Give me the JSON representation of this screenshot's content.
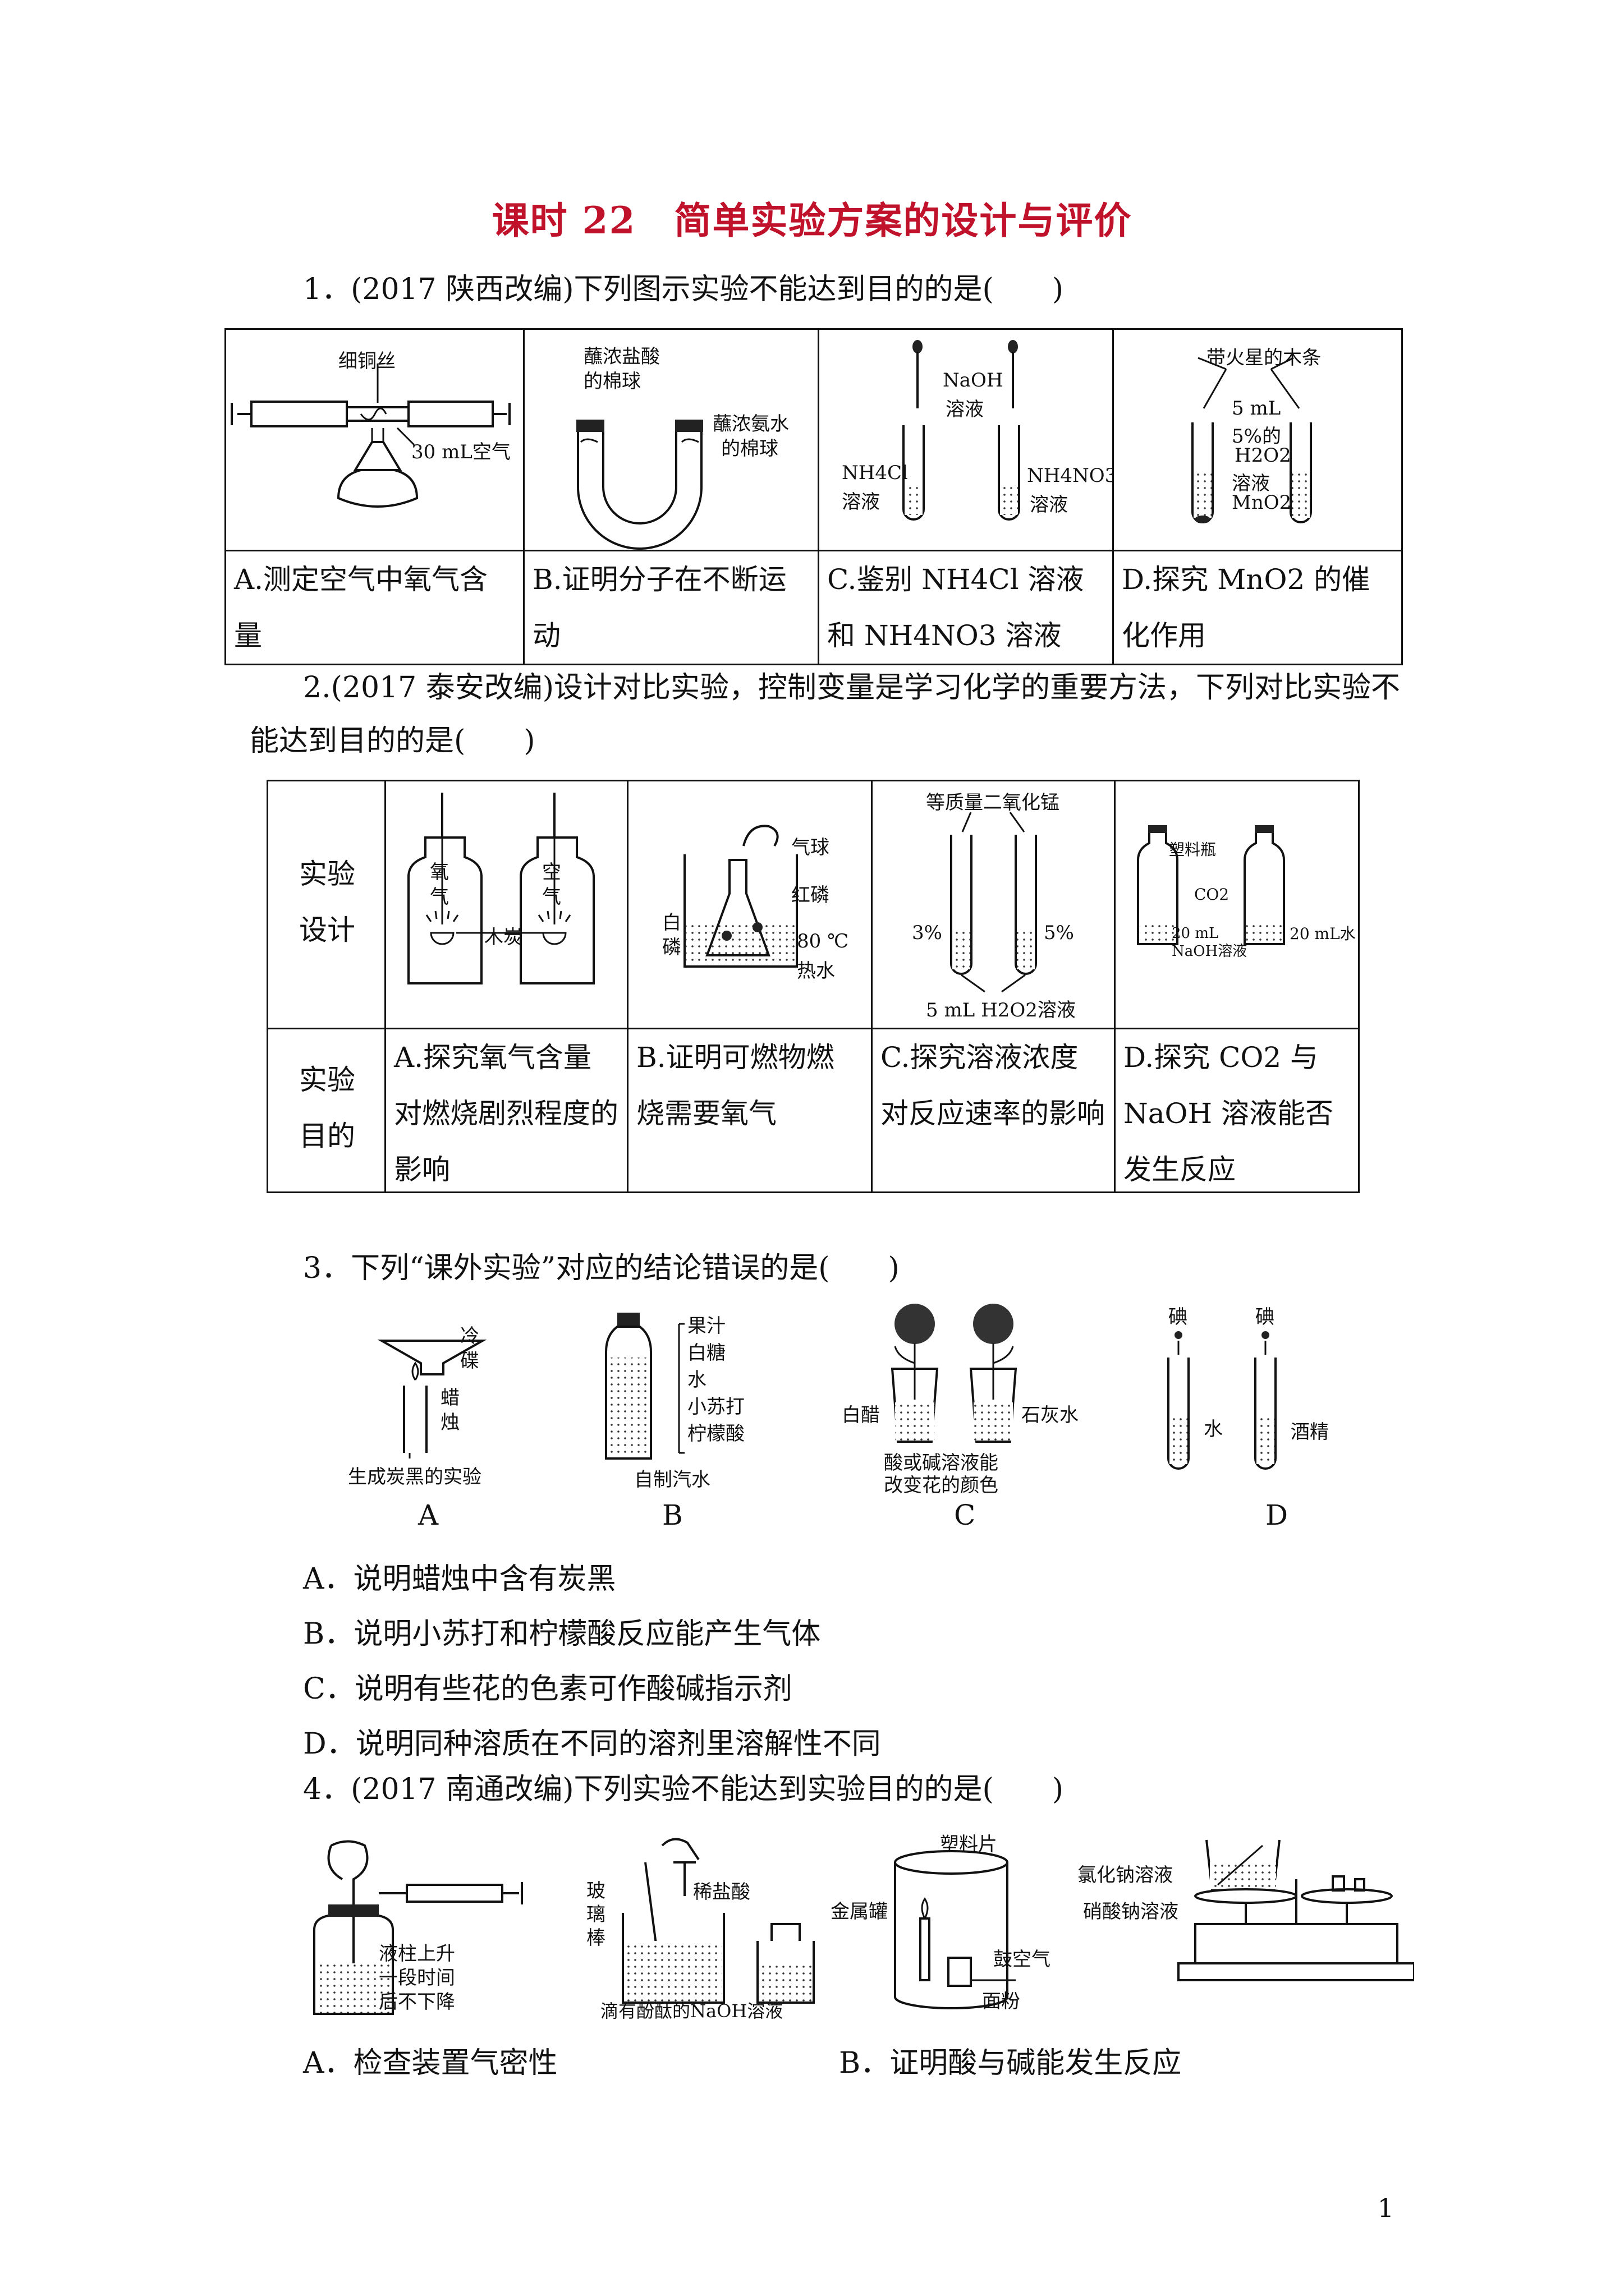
{
  "title": "课时 22　简单实验方案的设计与评价",
  "page_number": "1",
  "title_color": "#c0122b",
  "q1": {
    "stem": "1．(2017 陕西改编)下列图示实验不能达到目的的是(　　)",
    "figs": {
      "a": {
        "wire": "细铜丝",
        "air": "30 mL空气"
      },
      "b": {
        "hcl_1": "蘸浓盐酸",
        "hcl_2": "的棉球",
        "nh3_1": "蘸浓氨水",
        "nh3_2": "的棉球"
      },
      "c": {
        "naoh_1": "NaOH",
        "naoh_2": "溶液",
        "nh4cl_1": "NH4Cl",
        "nh4cl_2": "溶液",
        "nh4no3_1": "NH4NO3",
        "nh4no3_2": "溶液"
      },
      "d": {
        "splint": "带火星的木条",
        "v": "5 mL",
        "pct": "5%的",
        "h2o2": "H2O2",
        "sol": "溶液",
        "mno2": "MnO2"
      }
    },
    "options": {
      "a": "A.测定空气中氧气含量",
      "b": "B.证明分子在不断运动",
      "c": "C.鉴别 NH4Cl 溶液和 NH4NO3 溶液",
      "d": "D.探究 MnO2 的催化作用"
    }
  },
  "q2": {
    "stem_1": "2.(2017 泰安改编)设计对比实验，控制变量是学习化学的重要方法，下列对比实验不",
    "stem_2": "能达到目的的是(　　)",
    "row1": "实验设计",
    "row2": "实验目的",
    "figs": {
      "a": {
        "o2": "氧气",
        "air": "空气",
        "carbon": "木炭"
      },
      "b": {
        "balloon": "气球",
        "red_p": "红磷",
        "white_p": "白磷",
        "temp": "80 ℃",
        "water": "热水"
      },
      "c": {
        "mno2": "等质量二氧化锰",
        "p3": "3%",
        "p5": "5%",
        "h2o2": "5 mL H2O2溶液"
      },
      "d": {
        "bottle": "塑料瓶",
        "co2": "CO2",
        "naoh": "20 mL NaOH溶液",
        "water": "20 mL水"
      }
    },
    "purposes": {
      "a": "A.探究氧气含量对燃烧剧烈程度的影响",
      "b": "B.证明可燃物燃烧需要氧气",
      "c": "C.探究溶液浓度对反应速率的影响",
      "d": "D.探究 CO2 与 NaOH 溶液能否发生反应"
    }
  },
  "q3": {
    "stem": "3．下列“课外实验”对应的结论错误的是(　　)",
    "figs": {
      "a": {
        "dish": "冷碟",
        "candle": "蜡烛",
        "caption": "生成炭黑的实验"
      },
      "b": {
        "items": [
          "果汁",
          "白糖",
          "水",
          "小苏打",
          "柠檬酸"
        ],
        "caption": "自制汽水"
      },
      "c": {
        "vinegar": "白醋",
        "lime": "石灰水",
        "caption_1": "酸或碱溶液能",
        "caption_2": "改变花的颜色"
      },
      "d": {
        "iodine": "碘",
        "water": "水",
        "alcohol": "酒精"
      }
    },
    "letters": [
      "A",
      "B",
      "C",
      "D"
    ],
    "options": [
      "A．说明蜡烛中含有炭黑",
      "B．说明小苏打和柠檬酸反应能产生气体",
      "C．说明有些花的色素可作酸碱指示剂",
      "D．说明同种溶质在不同的溶剂里溶解性不同"
    ]
  },
  "q4": {
    "stem": "4．(2017 南通改编)下列实验不能达到实验目的的是(　　)",
    "figs": {
      "a": {
        "t1": "液柱上升",
        "t2": "一段时间",
        "t3": "后不下降"
      },
      "b": {
        "rod": "玻璃棒",
        "hcl": "稀盐酸",
        "caption": "滴有酚酞的NaOH溶液"
      },
      "c": {
        "plate": "塑料片",
        "can": "金属罐",
        "blow": "鼓空气",
        "flour": "面粉"
      },
      "d": {
        "nacl": "氯化钠溶液",
        "nano3": "硝酸钠溶液"
      }
    },
    "options": {
      "a": "A．检查装置气密性",
      "b": "B．证明酸与碱能发生反应"
    }
  }
}
